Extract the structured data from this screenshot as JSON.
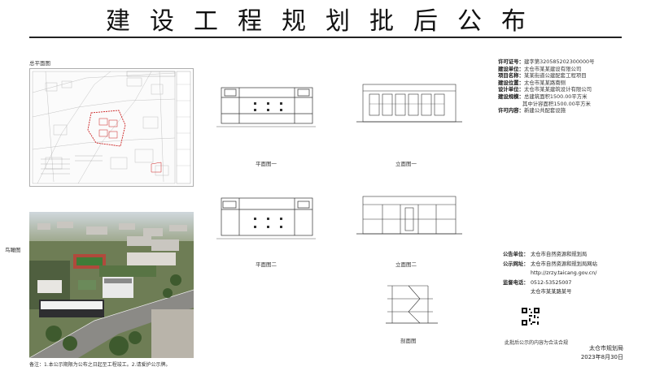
{
  "title": "建设工程规划批后公布",
  "labels": {
    "site_plan": "总平面图",
    "aerial": "鸟瞰图",
    "floor1": "平面图一",
    "floor2": "平面图二",
    "elev1": "立面图一",
    "elev2": "立面图二",
    "section": "剖面图"
  },
  "info": [
    {
      "k": "许可证号：",
      "v": "建字第320585202300000号"
    },
    {
      "k": "建设单位：",
      "v": "太仓市某某建设有限公司"
    },
    {
      "k": "项目名称：",
      "v": "某某街道公建配套工程项目"
    },
    {
      "k": "建设位置：",
      "v": "太仓市某某路南侧"
    },
    {
      "k": "设计单位：",
      "v": "太仓市某某建筑设计有限公司"
    },
    {
      "k": "建设规模：",
      "v": "总建筑面积1500.00平方米"
    },
    {
      "k": "",
      "v": "其中计容面积1500.00平方米"
    },
    {
      "k": "许可内容：",
      "v": "新建公共配套设施"
    }
  ],
  "pub": [
    {
      "k": "公告单位：",
      "v": "太仓市自然资源和规划局"
    },
    {
      "k": "公示网址：",
      "v": "太仓市自然资源和规划局网站"
    },
    {
      "k": "",
      "v": "http://zrzy.taicang.gov.cn/"
    },
    {
      "k": "监督电话：",
      "v": "0512-53525007"
    },
    {
      "k": "",
      "v": "太仓市某某路某号"
    }
  ],
  "note": "此批后公示的内容为合法合规",
  "sign": {
    "org": "太仓市规划局",
    "date": "2023年8月30日"
  },
  "caption": "备注：1.本公示期限为公布之日起至工程竣工。2.请爱护公示牌。"
}
